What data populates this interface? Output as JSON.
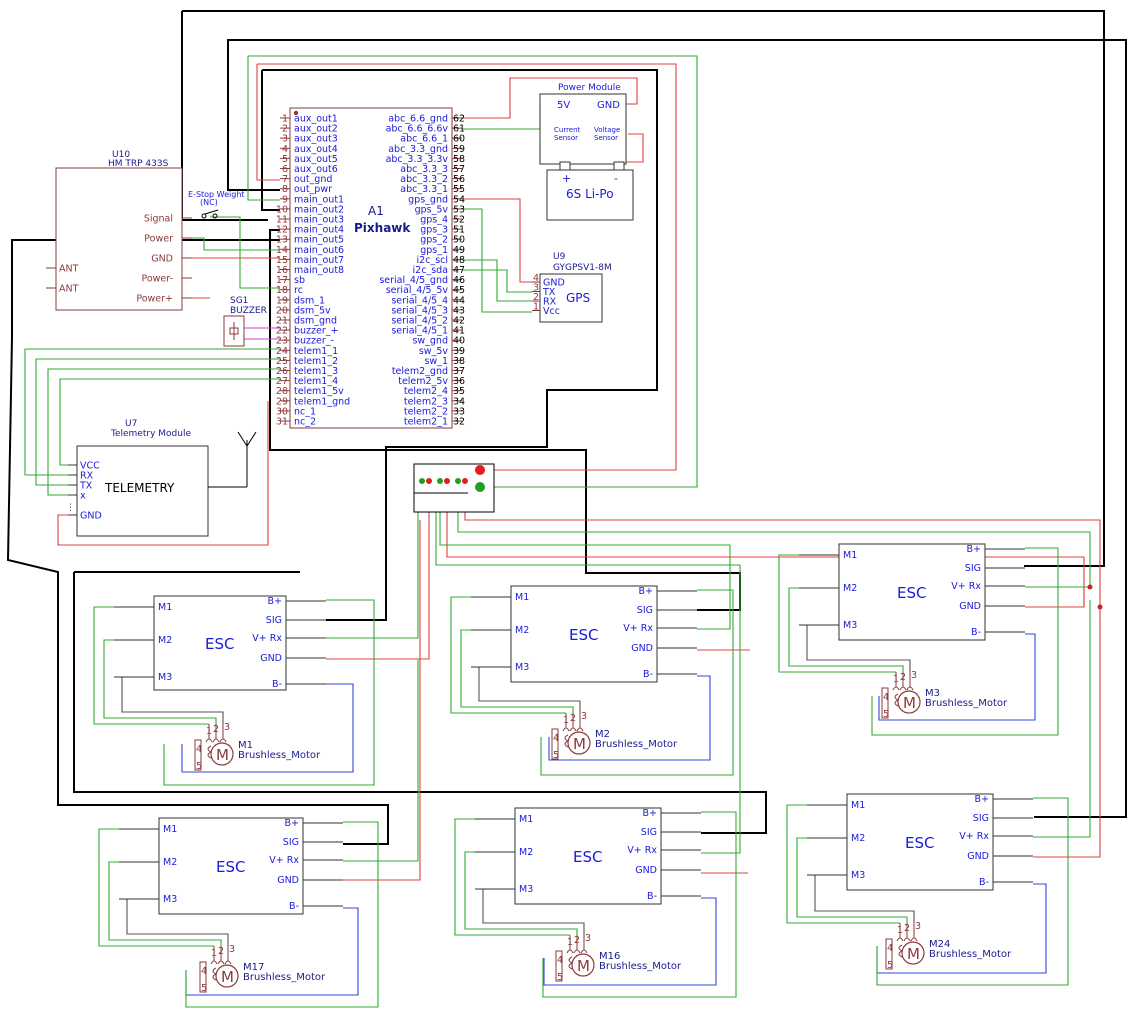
{
  "pixhawk": {
    "ref": "A1",
    "value": "Pixhawk",
    "left_pins": [
      {
        "num": "1",
        "name": "aux_out1"
      },
      {
        "num": "2",
        "name": "aux_out2"
      },
      {
        "num": "3",
        "name": "aux_out3"
      },
      {
        "num": "4",
        "name": "aux_out4"
      },
      {
        "num": "5",
        "name": "aux_out5"
      },
      {
        "num": "6",
        "name": "aux_out6"
      },
      {
        "num": "7",
        "name": "out_gnd"
      },
      {
        "num": "8",
        "name": "out_pwr"
      },
      {
        "num": "9",
        "name": "main_out1"
      },
      {
        "num": "10",
        "name": "main_out2"
      },
      {
        "num": "11",
        "name": "main_out3"
      },
      {
        "num": "12",
        "name": "main_out4"
      },
      {
        "num": "13",
        "name": "main_out5"
      },
      {
        "num": "14",
        "name": "main_out6"
      },
      {
        "num": "15",
        "name": "main_out7"
      },
      {
        "num": "16",
        "name": "main_out8"
      },
      {
        "num": "17",
        "name": "sb"
      },
      {
        "num": "18",
        "name": "rc"
      },
      {
        "num": "19",
        "name": "dsm_1"
      },
      {
        "num": "20",
        "name": "dsm_5v"
      },
      {
        "num": "21",
        "name": "dsm_gnd"
      },
      {
        "num": "22",
        "name": "buzzer_+"
      },
      {
        "num": "23",
        "name": "buzzer_-"
      },
      {
        "num": "24",
        "name": "telem1_1"
      },
      {
        "num": "25",
        "name": "telem1_2"
      },
      {
        "num": "26",
        "name": "telem1_3"
      },
      {
        "num": "27",
        "name": "telem1_4"
      },
      {
        "num": "28",
        "name": "telem1_5v"
      },
      {
        "num": "29",
        "name": "telem1_gnd"
      },
      {
        "num": "30",
        "name": "nc_1"
      },
      {
        "num": "31",
        "name": "nc_2"
      }
    ],
    "right_pins": [
      {
        "num": "62",
        "name": "abc_6.6_gnd"
      },
      {
        "num": "61",
        "name": "abc_6.6_6.6v"
      },
      {
        "num": "60",
        "name": "abc_6.6_1"
      },
      {
        "num": "59",
        "name": "abc_3.3_gnd"
      },
      {
        "num": "58",
        "name": "abc_3.3_3.3v"
      },
      {
        "num": "57",
        "name": "abc_3.3_3"
      },
      {
        "num": "56",
        "name": "abc_3.3_2"
      },
      {
        "num": "55",
        "name": "abc_3.3_1"
      },
      {
        "num": "54",
        "name": "gps_gnd"
      },
      {
        "num": "53",
        "name": "gps_5v"
      },
      {
        "num": "52",
        "name": "gps_4"
      },
      {
        "num": "51",
        "name": "gps_3"
      },
      {
        "num": "50",
        "name": "gps_2"
      },
      {
        "num": "49",
        "name": "gps_1"
      },
      {
        "num": "48",
        "name": "i2c_scl"
      },
      {
        "num": "47",
        "name": "i2c_sda"
      },
      {
        "num": "46",
        "name": "serial_4/5_gnd"
      },
      {
        "num": "45",
        "name": "serial_4/5_5v"
      },
      {
        "num": "44",
        "name": "serial_4/5_4"
      },
      {
        "num": "43",
        "name": "serial_4/5_3"
      },
      {
        "num": "42",
        "name": "serial_4/5_2"
      },
      {
        "num": "41",
        "name": "serial_4/5_1"
      },
      {
        "num": "40",
        "name": "sw_gnd"
      },
      {
        "num": "39",
        "name": "sw_5v"
      },
      {
        "num": "38",
        "name": "sw_1"
      },
      {
        "num": "37",
        "name": "telem2_gnd"
      },
      {
        "num": "36",
        "name": "telem2_5v"
      },
      {
        "num": "35",
        "name": "telem2_4"
      },
      {
        "num": "34",
        "name": "telem2_3"
      },
      {
        "num": "33",
        "name": "telem2_2"
      },
      {
        "num": "32",
        "name": "telem2_1"
      }
    ]
  },
  "power_module": {
    "title": "Power Module",
    "v5": "5V",
    "gnd": "GND",
    "current_l1": "Current",
    "current_l2": "Sensor",
    "voltage_l1": "Voltage",
    "voltage_l2": "Sensor"
  },
  "battery": {
    "label": "6S Li-Po",
    "plus": "+",
    "minus": "-"
  },
  "gps": {
    "ref": "U9",
    "value": "GYGPSV1-8M",
    "body": "GPS",
    "pins": [
      {
        "num": "4",
        "name": "GND"
      },
      {
        "num": "3",
        "name": "TX"
      },
      {
        "num": "2",
        "name": "RX"
      },
      {
        "num": "1",
        "name": "Vcc"
      }
    ]
  },
  "radio": {
    "ref": "U10",
    "value": "HM TRP 433S",
    "pins_right": [
      "Signal",
      "Power",
      "GND",
      "Power-",
      "Power+"
    ],
    "pins_left": [
      "ANT",
      "ANT"
    ]
  },
  "estop": {
    "line1": "E-Stop Weight",
    "line2": "(NC)"
  },
  "buzzer": {
    "ref": "SG1",
    "value": "BUZZER"
  },
  "telemetry": {
    "ref": "U7",
    "value": "Telemetry Module",
    "body": "TELEMETRY",
    "pins": [
      "VCC",
      "RX",
      "TX",
      "x",
      "GND"
    ],
    "dots": "⋮"
  },
  "esc_labels": {
    "title": "ESC",
    "m1": "M1",
    "m2": "M2",
    "m3": "M3",
    "bplus": "B+",
    "sig": "SIG",
    "vrx": "V+ Rx",
    "gnd": "GND",
    "bminus": "B-"
  },
  "motor_labels": {
    "value": "Brushless_Motor",
    "p1": "1",
    "p2": "2",
    "p3": "3",
    "p4": "4",
    "p5": "5",
    "glyph": "M"
  },
  "motors": [
    {
      "ref": "M1"
    },
    {
      "ref": "M2"
    },
    {
      "ref": "M3"
    },
    {
      "ref": "M17"
    },
    {
      "ref": "M16"
    },
    {
      "ref": "M24"
    }
  ],
  "colors": {
    "symbol": "#8b3a3a",
    "text": "#1a1adb",
    "wire_black": "#000000",
    "wire_green": "#33aa33",
    "wire_red": "#e04040",
    "wire_blue": "#3344dd",
    "wire_pink": "#cc44cc",
    "wire_grey": "#555555"
  }
}
